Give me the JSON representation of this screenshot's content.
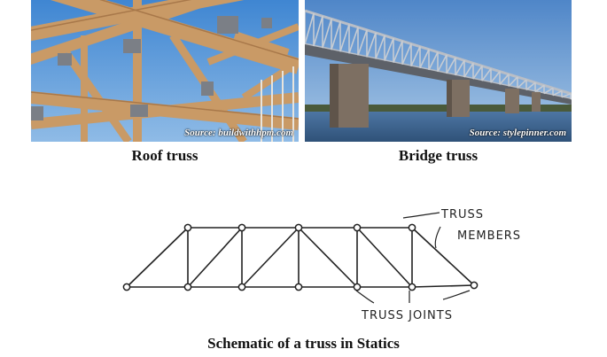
{
  "photos": {
    "roof": {
      "caption": "Roof truss",
      "source": "Source: buildwithhpm.com"
    },
    "bridge": {
      "caption": "Bridge truss",
      "source": "Source: stylepinner.com"
    }
  },
  "schematic": {
    "caption": "Schematic of a truss in Statics",
    "labels": {
      "members": [
        "TRUSS",
        "MEMBERS"
      ],
      "joints": "TRUSS JOINTS"
    }
  },
  "colors": {
    "sky": "#4a8fd6",
    "wood": "#c99a66",
    "steel": "#8a8f98",
    "water": "#3b5f88",
    "ink": "#222222"
  }
}
